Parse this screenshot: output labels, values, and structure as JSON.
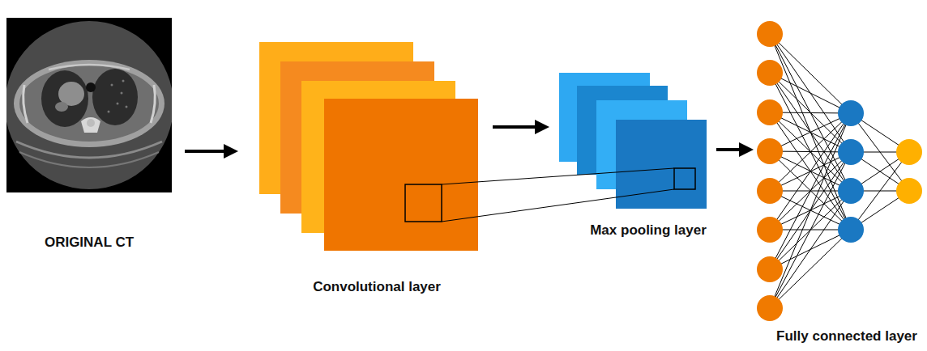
{
  "diagram": {
    "nodes": [
      {
        "text": [
          "ORIGINAL CT"
        ]
      },
      {
        "text": [
          "Convolutional layer"
        ]
      },
      {
        "text": [
          "Max pooling layer"
        ]
      },
      {
        "text": [
          "Fully connected layer"
        ]
      }
    ],
    "edges": [
      {
        "from": 0,
        "to": 1,
        "arrow": "to"
      },
      {
        "from": 1,
        "to": 2,
        "arrow": "to"
      },
      {
        "from": 2,
        "to": 3,
        "arrow": "to"
      }
    ]
  }
}
